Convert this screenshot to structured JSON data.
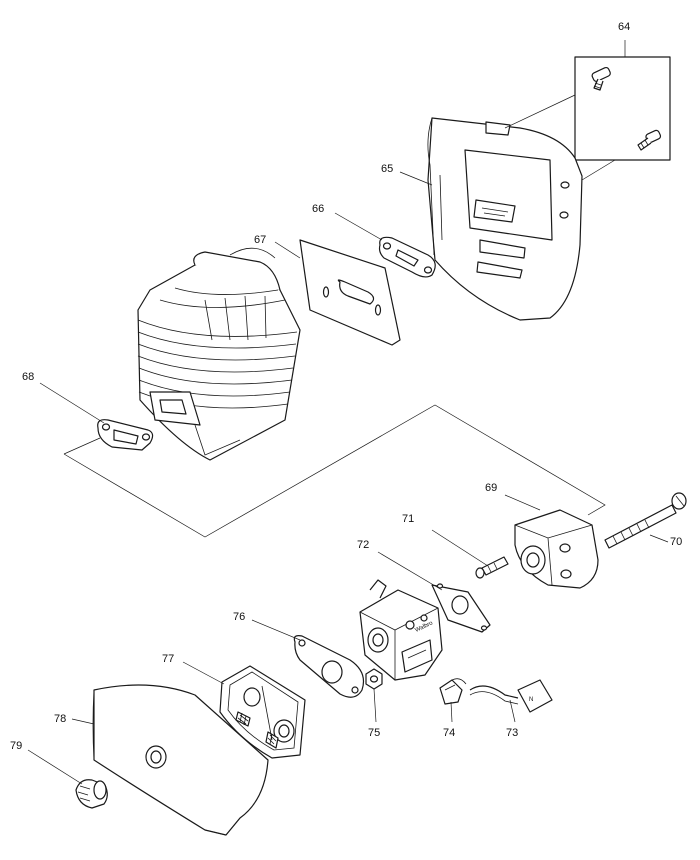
{
  "callouts": {
    "p64": "64",
    "p65": "65",
    "p66": "66",
    "p67": "67",
    "p68": "68",
    "p69": "69",
    "p70": "70",
    "p71": "71",
    "p72": "72",
    "p73": "73",
    "p74": "74",
    "p75": "75",
    "p76": "76",
    "p77": "77",
    "p78": "78",
    "p79": "79"
  },
  "markings": {
    "carburetor_brand": "Walbro",
    "bracket_letter": "N"
  },
  "colors": {
    "line": "#1a1a1a",
    "background": "#ffffff"
  }
}
